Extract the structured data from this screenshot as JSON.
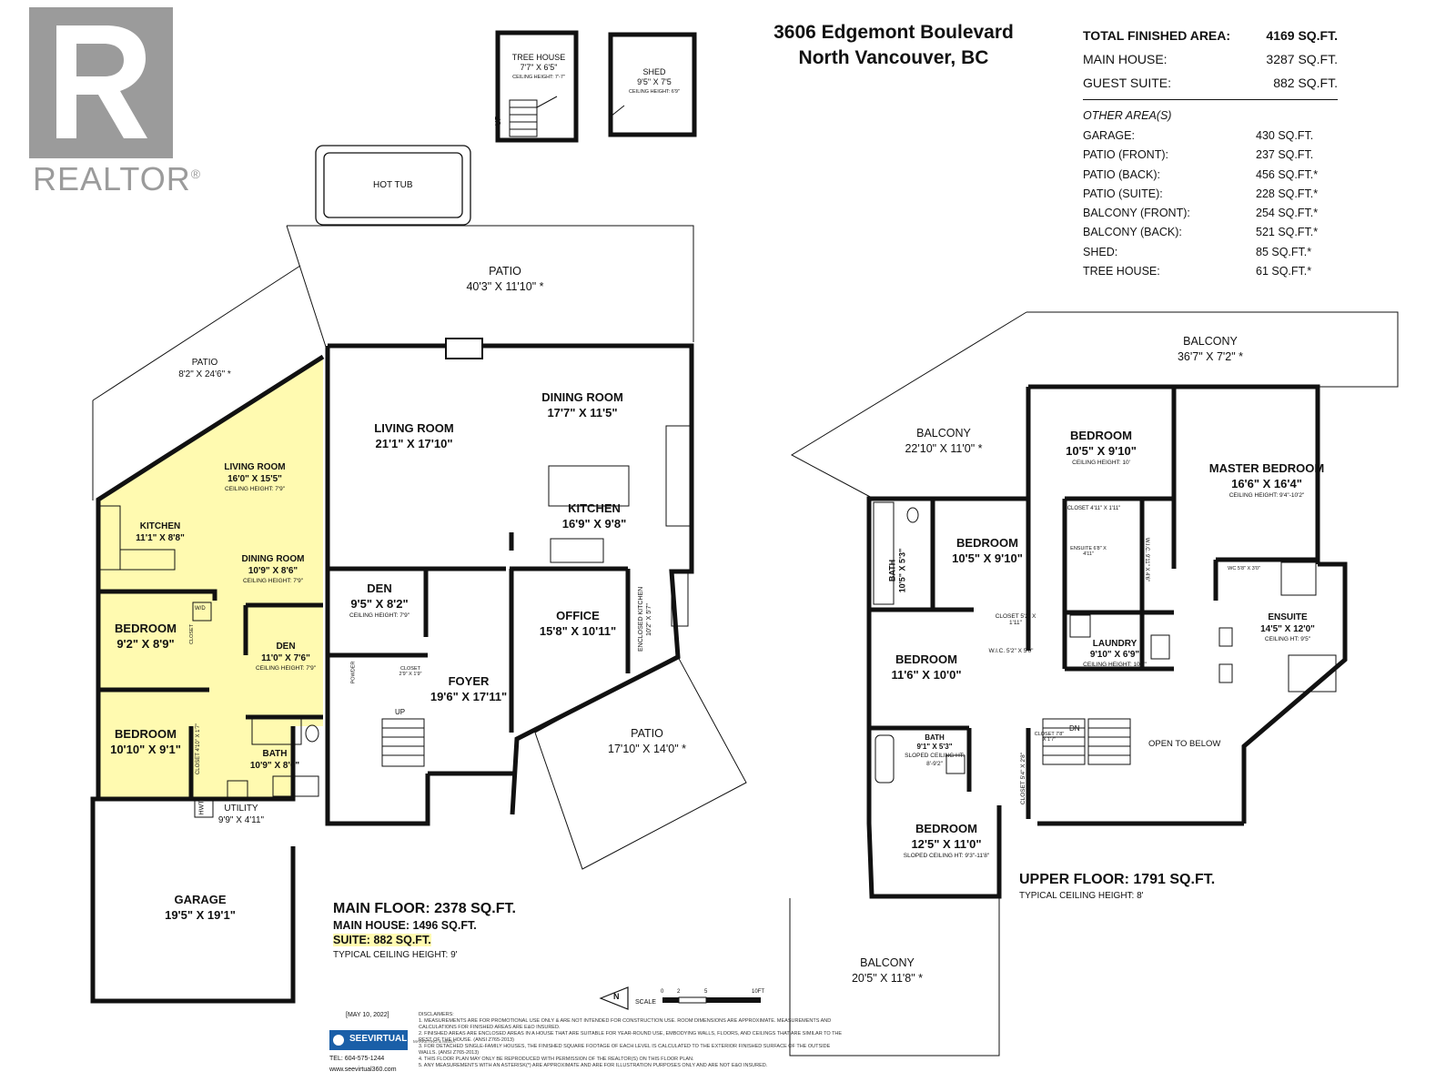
{
  "logo": {
    "text": "REALTOR",
    "reg": "®"
  },
  "address": {
    "line1": "3606 Edgemont Boulevard",
    "line2": "North Vancouver, BC"
  },
  "summary": [
    {
      "label": "TOTAL FINISHED AREA:",
      "value": "4169 SQ.FT.",
      "bold": true
    },
    {
      "label": "MAIN HOUSE:",
      "value": "3287 SQ.FT."
    },
    {
      "label": "GUEST SUITE:",
      "value": "882 SQ.FT."
    }
  ],
  "other_title": "OTHER AREA(S)",
  "other_areas": [
    {
      "label": "GARAGE:",
      "value": "430 SQ.FT."
    },
    {
      "label": "PATIO (FRONT):",
      "value": "237 SQ.FT."
    },
    {
      "label": "PATIO (BACK):",
      "value": "456 SQ.FT.*"
    },
    {
      "label": "PATIO (SUITE):",
      "value": "228 SQ.FT.*"
    },
    {
      "label": "BALCONY (FRONT):",
      "value": "254 SQ.FT.*"
    },
    {
      "label": "BALCONY (BACK):",
      "value": "521 SQ.FT.*"
    },
    {
      "label": "SHED:",
      "value": "85 SQ.FT.*"
    },
    {
      "label": "TREE HOUSE:",
      "value": "61 SQ.FT.*"
    }
  ],
  "outbuildings": {
    "treehouse": {
      "name": "TREE HOUSE",
      "dim": "7'7\" X 6'5\"",
      "ceiling": "CEILING HEIGHT: 7'-7\"",
      "up": "UP"
    },
    "shed": {
      "name": "SHED",
      "dim": "9'5\" X 7'5",
      "ceiling": "CEILING HEIGHT: 6'9\""
    },
    "hottub": "HOT TUB"
  },
  "main_floor": {
    "patio_back": {
      "name": "PATIO",
      "dim": "40'3\" X 11'10\" *"
    },
    "patio_suite": {
      "name": "PATIO",
      "dim": "8'2\" X 24'6\" *"
    },
    "patio_front": {
      "name": "PATIO",
      "dim": "17'10\" X 14'0\" *"
    },
    "living": {
      "name": "LIVING ROOM",
      "dim": "21'1\" X 17'10\""
    },
    "dining": {
      "name": "DINING ROOM",
      "dim": "17'7\" X 11'5\""
    },
    "kitchen": {
      "name": "KITCHEN",
      "dim": "16'9\" X 9'8\""
    },
    "den": {
      "name": "DEN",
      "dim": "9'5\" X 8'2\"",
      "ceiling": "CEILING HEIGHT: 7'9\""
    },
    "office": {
      "name": "OFFICE",
      "dim": "15'8\" X 10'11\""
    },
    "enclosed_kitchen": {
      "name": "ENCLOSED KITCHEN",
      "dim": "10'2\" X 5'7\""
    },
    "foyer": {
      "name": "FOYER",
      "dim": "19'6\" X 17'11\""
    },
    "up": "UP",
    "powder": "POWDER",
    "closet_small": "CLOSET 2'9\" X 1'9\"",
    "suite_living": {
      "name": "LIVING ROOM",
      "dim": "16'0\" X 15'5\"",
      "ceiling": "CEILING HEIGHT: 7'9\""
    },
    "suite_kitchen": {
      "name": "KITCHEN",
      "dim": "11'1\" X 8'8\""
    },
    "suite_dining": {
      "name": "DINING ROOM",
      "dim": "10'9\" X 8'6\"",
      "ceiling": "CEILING HEIGHT: 7'9\""
    },
    "suite_bedroom1": {
      "name": "BEDROOM",
      "dim": "9'2\" X 8'9\""
    },
    "suite_den": {
      "name": "DEN",
      "dim": "11'0\" X 7'6\"",
      "ceiling": "CEILING HEIGHT: 7'9\""
    },
    "suite_bedroom2": {
      "name": "BEDROOM",
      "dim": "10'10\" X 9'1\""
    },
    "suite_bath": {
      "name": "BATH",
      "dim": "10'9\" X 8'0\""
    },
    "suite_closet1": "CLOSET",
    "suite_closet2": "CLOSET 4'10\" X 1'7\"",
    "wd": "W/D",
    "hwt": "HWT",
    "utility": {
      "name": "UTILITY",
      "dim": "9'9\" X 4'11\""
    },
    "garage": {
      "name": "GARAGE",
      "dim": "19'5\" X 19'1\""
    },
    "total": "MAIN FLOOR: 2378 SQ.FT.",
    "house": "MAIN HOUSE: 1496 SQ.FT.",
    "suite": "SUITE: 882 SQ.FT.",
    "ceiling": "TYPICAL CEILING HEIGHT: 9'"
  },
  "upper_floor": {
    "balcony_back": {
      "name": "BALCONY",
      "dim": "36'7\" X 7'2\" *"
    },
    "balcony_left": {
      "name": "BALCONY",
      "dim": "22'10\" X 11'0\" *"
    },
    "balcony_front": {
      "name": "BALCONY",
      "dim": "20'5\" X 11'8\" *"
    },
    "bedroom_top": {
      "name": "BEDROOM",
      "dim": "10'5\" X 9'10\"",
      "ceiling": "CEILING HEIGHT: 10'"
    },
    "master": {
      "name": "MASTER BEDROOM",
      "dim": "16'6\" X 16'4\"",
      "ceiling": "CEILING HEIGHT: 9'4\"-10'2\""
    },
    "bath_left": {
      "name": "BATH",
      "dim": "10'5\" X 5'3\""
    },
    "bedroom_mid": {
      "name": "BEDROOM",
      "dim": "10'5\" X 9'10\""
    },
    "closet_a": "CLOSET 4'11\" X 1'11\"",
    "ensuite_small": "ENSUITE 6'8\" X 4'11\"",
    "wic_a": "W.I.C. 9'11\" X 4'6\"",
    "wc": "WC 5'8\" X 3'0\"",
    "ensuite_master": {
      "name": "ENSUITE",
      "dim": "14'5\" X 12'0\"",
      "ceiling": "CEILING HT: 9'5\""
    },
    "closet_b": "CLOSET 5'2\" X 1'11\"",
    "wic_b": "W.I.C. 5'2\" X 5'0\"",
    "laundry": {
      "name": "LAUNDRY",
      "dim": "9'10\" X 6'9\"",
      "ceiling": "CEILING HEIGHT: 10'5\""
    },
    "bedroom_left": {
      "name": "BEDROOM",
      "dim": "11'6\" X 10'0\""
    },
    "bath_low": {
      "name": "BATH",
      "dim": "9'1\" X 5'3\"",
      "ceiling": "SLOPED CEILING HT: 8'-9'2\""
    },
    "closet_c": "CLOSET 7'8\" X 1'7\"",
    "closet_d": "CLOSET 5'4\" X 2'8\"",
    "dn": "DN",
    "open_below": "OPEN TO BELOW",
    "bedroom_bottom": {
      "name": "BEDROOM",
      "dim": "12'5\" X 11'0\"",
      "ceiling": "SLOPED CEILING HT: 9'3\"-11'8\""
    },
    "total": "UPPER FLOOR: 1791 SQ.FT.",
    "ceiling": "TYPICAL CEILING HEIGHT: 8'"
  },
  "footer": {
    "date": "[MAY 10, 2022]",
    "brand": "SEEVIRTUAL",
    "tagline": "MARKETING & MEDIA",
    "tel": "TEL: 604-575-1244",
    "web": "www.seevirtual360.com",
    "north": "N",
    "scale": "SCALE",
    "scale_ticks": [
      "0",
      "2",
      "5",
      "10FT"
    ],
    "disclaimer_title": "DISCLAIMERS:",
    "disclaimer": [
      "1. MEASUREMENTS ARE FOR PROMOTIONAL USE ONLY & ARE NOT INTENDED FOR CONSTRUCTION USE. ROOM DIMENSIONS ARE APPROXIMATE. MEASUREMENTS AND CALCULATIONS FOR FINISHED AREAS ARE E&O INSURED.",
      "2. FINISHED AREAS ARE ENCLOSED AREAS IN A HOUSE THAT ARE SUITABLE FOR YEAR-ROUND USE, EMBODYING WALLS, FLOORS, AND CEILINGS THAT ARE SIMILAR TO THE REST OF THE HOUSE. (ANSI Z765-2013)",
      "3. FOR DETACHED SINGLE-FAMILY HOUSES, THE FINISHED SQUARE FOOTAGE OF EACH LEVEL IS CALCULATED TO THE EXTERIOR FINISHED SURFACE OF THE OUTSIDE WALLS. (ANSI Z765-2013)",
      "4. THIS FLOOR PLAN MAY ONLY BE REPRODUCED WITH PERMISSION OF THE REALTOR(S) ON THIS FLOOR PLAN.",
      "5. ANY MEASUREMENTS WITH AN ASTERISK(*) ARE APPROXIMATE AND ARE FOR ILLUSTRATION PURPOSES ONLY AND ARE NOT E&O INSURED."
    ]
  },
  "colors": {
    "suite_fill": "#fffab0",
    "wall": "#111111",
    "logo": "#9b9b9b"
  }
}
